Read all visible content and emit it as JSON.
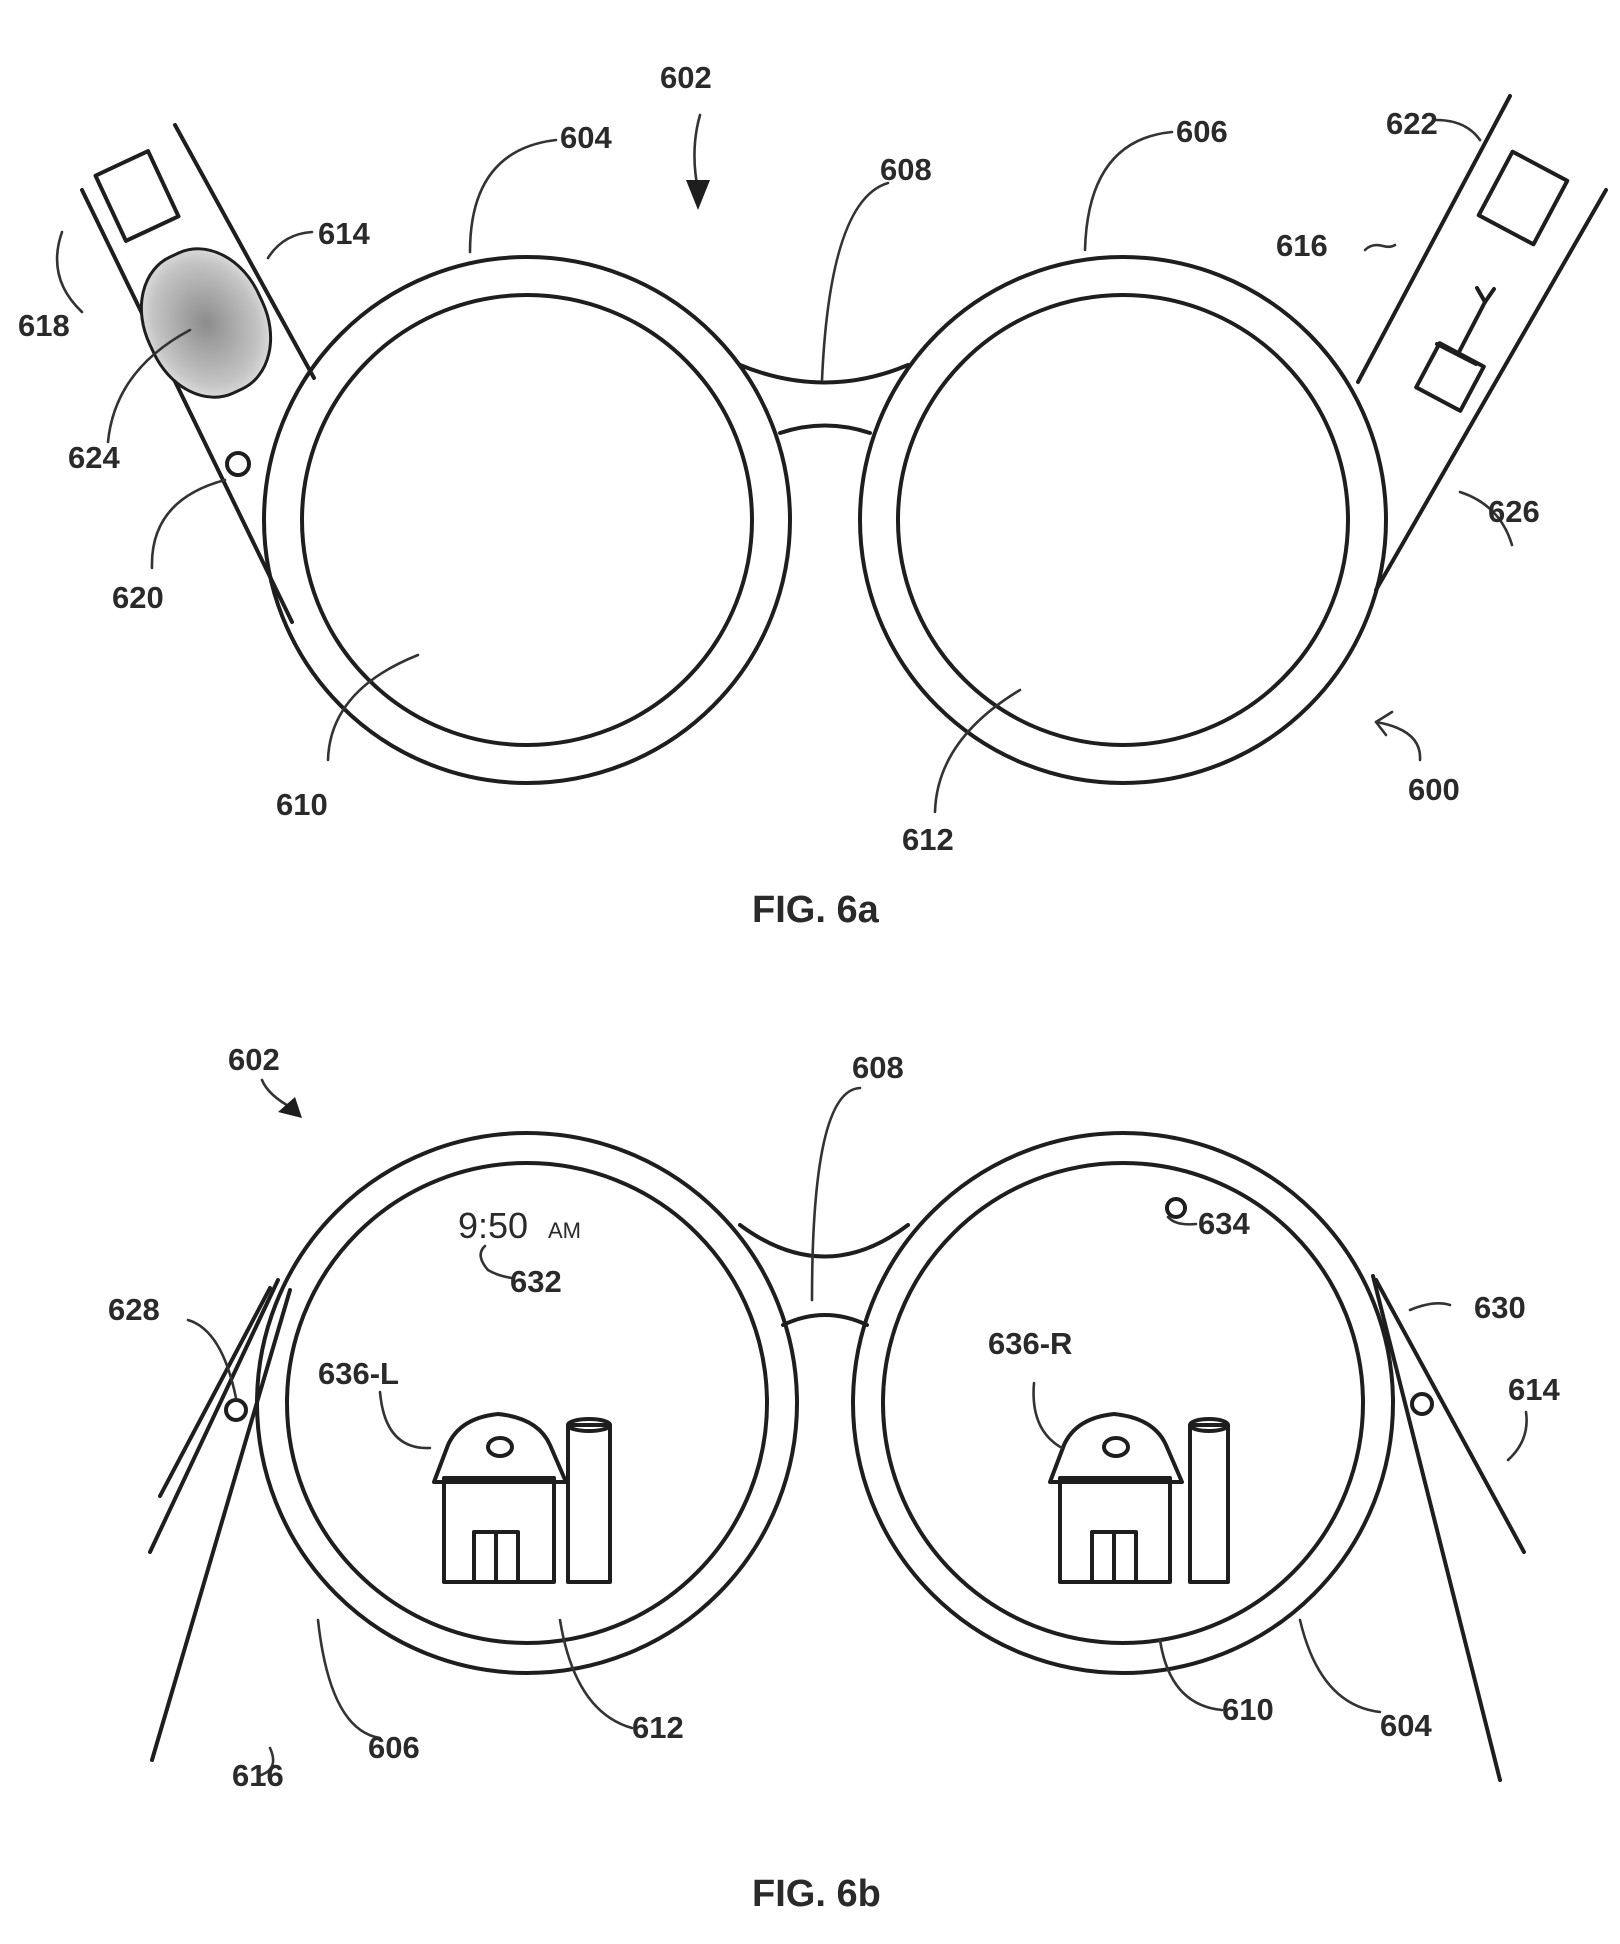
{
  "fig6a": {
    "caption": "FIG. 6a",
    "labels": {
      "l602": "602",
      "l604": "604",
      "l606": "606",
      "l608": "608",
      "l610": "610",
      "l612": "612",
      "l614": "614",
      "l616": "616",
      "l618": "618",
      "l620": "620",
      "l622": "622",
      "l624": "624",
      "l626": "626",
      "l600": "600"
    }
  },
  "fig6b": {
    "caption": "FIG. 6b",
    "labels": {
      "l602": "602",
      "l608": "608",
      "l628": "628",
      "l630": "630",
      "l614": "614",
      "l632": "632",
      "l634": "634",
      "l636L": "636-L",
      "l636R": "636-R",
      "l616": "616",
      "l606": "606",
      "l612": "612",
      "l610": "610",
      "l604": "604"
    },
    "display": {
      "time": "9:50",
      "period": "AM"
    }
  },
  "colors": {
    "line": "#1e1e1e",
    "text": "#2a2a2a",
    "shading": "#9a9a9a"
  }
}
